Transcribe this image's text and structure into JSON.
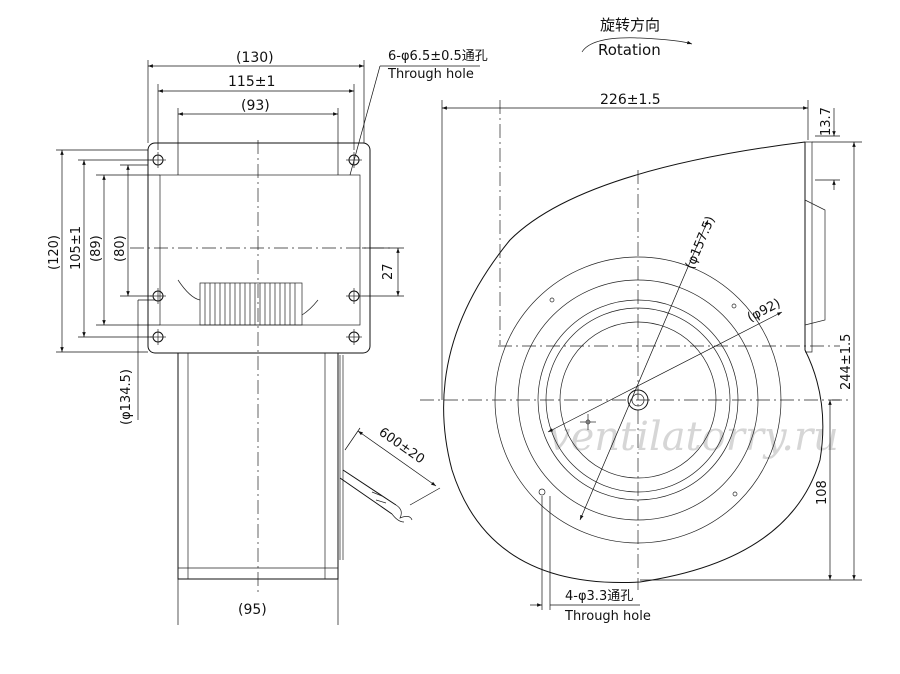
{
  "rotation": {
    "cn": "旋转方向",
    "en": "Rotation"
  },
  "watermark": "ventilatorry.ru",
  "side_view": {
    "dims": {
      "width_overall": "(130)",
      "hole_spacing": "115±1",
      "inner_width": "(93)",
      "height_overall": "(120)",
      "hole_vertical": "105±1",
      "height_89": "(89)",
      "height_80": "(80)",
      "offset_27": "27",
      "dia_134": "(φ134.5)",
      "bottom_95": "(95)",
      "cable_length": "600±20"
    },
    "holes_note": {
      "line1": "6-φ6.5±0.5通孔",
      "line2": "Through hole"
    }
  },
  "front_view": {
    "dims": {
      "width_226": "226±1.5",
      "top_13": "13.7",
      "dia_157": "(φ157.5)",
      "dia_92": "(φ92)",
      "height_244": "244±1.5",
      "height_108": "108"
    },
    "holes_note": {
      "line1": "4-φ3.3通孔",
      "line2": "Through hole"
    }
  }
}
